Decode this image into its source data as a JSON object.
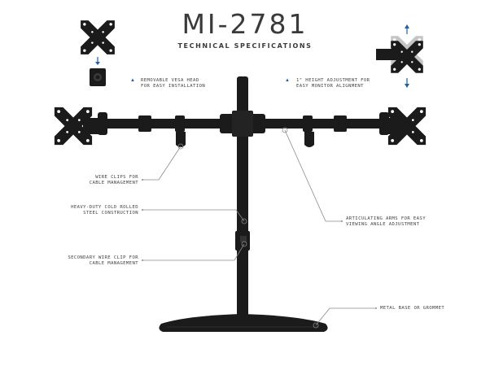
{
  "title": "MI-2781",
  "subtitle": "TECHNICAL SPECIFICATIONS",
  "callouts": {
    "vesa": [
      "REMOVABLE VESA HEAD",
      "FOR EASY INSTALLATION"
    ],
    "height": [
      "1\" HEIGHT ADJUSTMENT FOR",
      "EASY MONITOR ALIGNMENT"
    ],
    "wire_clips": [
      "WIRE CLIPS FOR",
      "CABLE MANAGEMENT"
    ],
    "steel": [
      "HEAVY-DUTY COLD ROLLED",
      "STEEL CONSTRUCTION"
    ],
    "secondary_clip": [
      "SECONDARY WIRE CLIP FOR",
      "CABLE MANAGEMENT"
    ],
    "arms": [
      "ARTICULATING ARMS FOR EASY",
      "VIEWING ANGLE ADJUSTMENT"
    ],
    "base": [
      "METAL BASE OR GROMMET"
    ]
  },
  "colors": {
    "metal": "#1b1b1b",
    "leader": "#8a8a8a",
    "accent": "#1f5fa8",
    "text": "#3a3a3c"
  }
}
